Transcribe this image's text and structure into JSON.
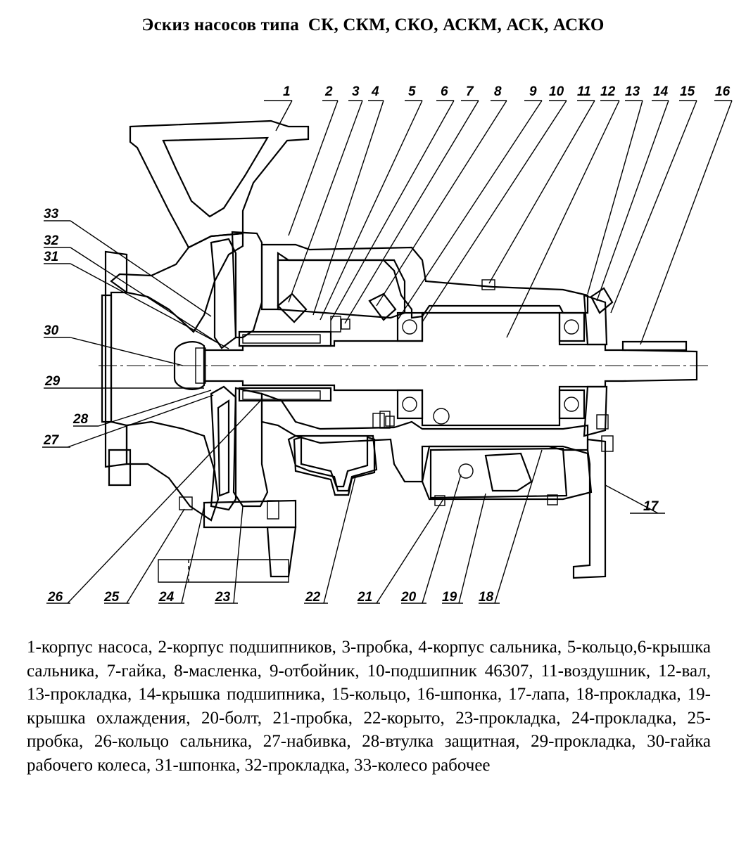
{
  "title": "Эскиз насосов типа  СК, СКМ, СКО, АСКМ, АСК, АСКО",
  "callouts": [
    "1",
    "2",
    "3",
    "4",
    "5",
    "6",
    "7",
    "8",
    "9",
    "10",
    "11",
    "12",
    "13",
    "14",
    "15",
    "16",
    "17",
    "18",
    "19",
    "20",
    "21",
    "22",
    "23",
    "24",
    "25",
    "26",
    "27",
    "28",
    "29",
    "30",
    "31",
    "32",
    "33"
  ],
  "legend": "1-корпус насоса, 2-корпус подшипников, 3-пробка, 4-корпус сальника, 5-кольцо,6-крышка сальника, 7-гайка, 8-масленка, 9-отбойник, 10-подшипник 46307, 11-воздушник, 12-вал, 13-прокладка, 14-крышка подшипника, 15-кольцо, 16-шпонка, 17-лапа, 18-прокладка, 19-крышка охлаждения, 20-болт, 21-пробка, 22-корыто, 23-прокладка, 24-прокладка, 25-пробка, 26-кольцо сальника, 27-набивка, 28-втулка защитная, 29-прокладка, 30-гайка рабочего колеса, 31-шпонка, 32-прокладка, 33-колесо рабочее"
}
